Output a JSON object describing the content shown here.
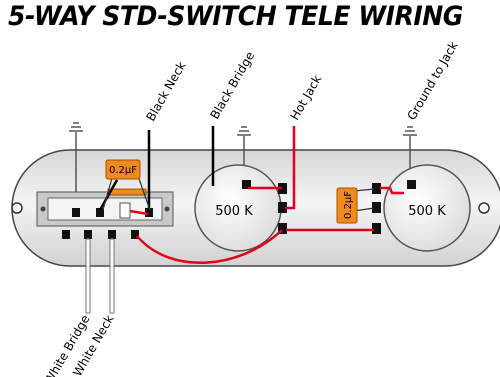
{
  "title": "5-WAY STD-SWITCH TELE WIRING",
  "labels": {
    "black_neck": "Black Neck",
    "black_bridge": "Black Bridge",
    "hot_jack": "Hot Jack",
    "ground_to_jack": "Ground to Jack",
    "white_bridge": "White Bridge",
    "white_neck": "White Neck"
  },
  "pots": [
    {
      "label": "500 K"
    },
    {
      "label": "500 K"
    }
  ],
  "capacitors": [
    {
      "label": "0.2µF"
    },
    {
      "label": "0.2µF"
    }
  ],
  "colors": {
    "plate": "#e8e8e8",
    "wire_red": "#e3001b",
    "wire_black": "#000000",
    "capacitor": "#f08a1e",
    "pot": "#f2f2f2"
  }
}
